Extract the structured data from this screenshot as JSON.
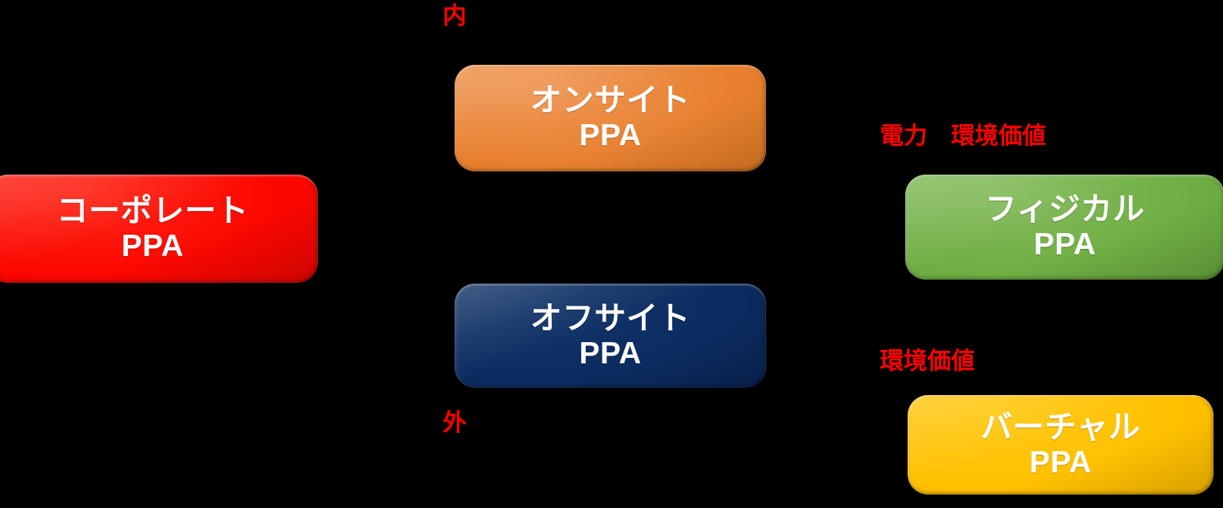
{
  "diagram": {
    "title": "PPA classification diagram",
    "background_color": "#000000",
    "nodes": [
      {
        "id": "corporate",
        "jp": "コーポレート",
        "en": "PPA",
        "color": "#FB0700",
        "text_color": "#FFFFFF"
      },
      {
        "id": "onsite",
        "jp": "オンサイト",
        "en": "PPA",
        "color": "#E8812F",
        "text_color": "#FFFFFF"
      },
      {
        "id": "offsite",
        "jp": "オフサイト",
        "en": "PPA",
        "color": "#0C2C61",
        "text_color": "#FFFFFF"
      },
      {
        "id": "physical",
        "jp": "フィジカル",
        "en": "PPA",
        "color": "#6FAF44",
        "text_color": "#FFFFFF"
      },
      {
        "id": "virtual",
        "jp": "バーチャル",
        "en": "PPA",
        "color": "#FFC000",
        "text_color": "#FFFFFF"
      }
    ],
    "annotations": [
      {
        "id": "inside",
        "text": "内",
        "color": "#FF0000"
      },
      {
        "id": "outside",
        "text": "外",
        "color": "#FF0000"
      },
      {
        "id": "green",
        "text": "電力　環境価値",
        "color": "#FF0000"
      },
      {
        "id": "yellow",
        "text": "環境価値",
        "color": "#FF0000"
      }
    ]
  }
}
